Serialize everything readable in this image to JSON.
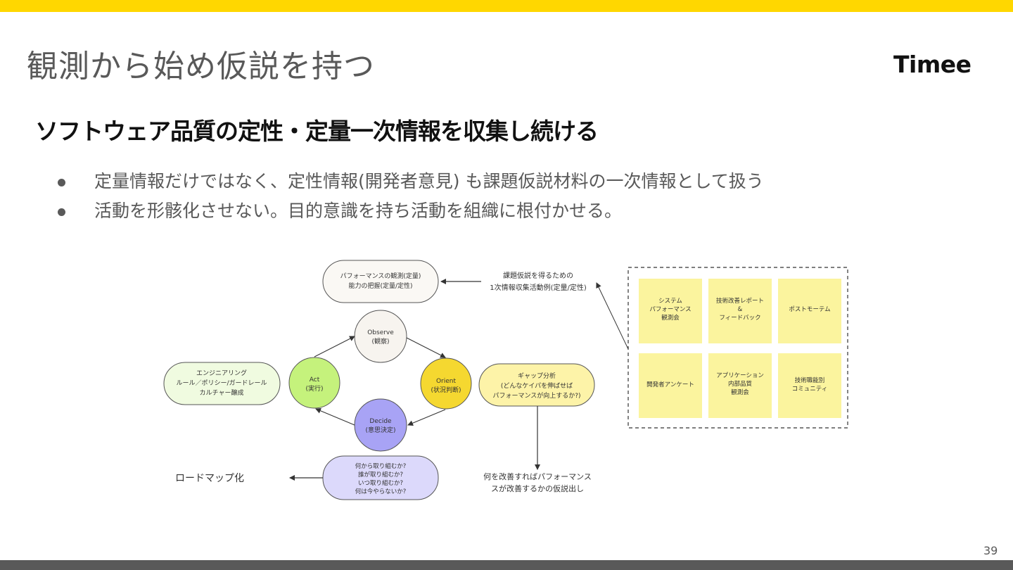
{
  "slide": {
    "title": "観測から始め仮説を持つ",
    "logo": "Timee",
    "subtitle": "ソフトウェア品質の定性・定量一次情報を収集し続ける",
    "bullets": [
      "定量情報だけではなく、定性情報(開発者意見) も課題仮説材料の一次情報として扱う",
      "活動を形骸化させない。目的意識を持ち活動を組織に根付かせる。"
    ],
    "page_number": "39"
  },
  "colors": {
    "accent_yellow": "#ffd700",
    "footer_gray": "#595959",
    "observe": "#f7f4ef",
    "orient": "#f5d830",
    "decide": "#a8a3f5",
    "act": "#c5f27c",
    "gap_box": "#fdf3a8",
    "decide_box": "#dcd9fb",
    "sticky": "#fbf49e"
  },
  "diagram": {
    "ooda": {
      "observe": [
        "Observe",
        "(観察)"
      ],
      "orient": [
        "Orient",
        "(状況判断)"
      ],
      "decide": [
        "Decide",
        "(意思決定)"
      ],
      "act": [
        "Act",
        "(実行)"
      ]
    },
    "performance_box": [
      "パフォーマンスの観測(定量)",
      "能力の把握(定量/定性)"
    ],
    "activities_label": [
      "課題仮説を得るための",
      "1次情報収集活動例(定量/定性)"
    ],
    "engineering_box": [
      "エンジニアリング",
      "ルール／ポリシー/ガードレール",
      "カルチャー醸成"
    ],
    "gap_box": [
      "ギャップ分析",
      "(どんなケイパを伸ばせば",
      "パフォーマンスが向上するか?)"
    ],
    "decide_box": [
      "何から取り組むか?",
      "誰が取り組むか?",
      "いつ取り組むか?",
      "何は今やらないか?"
    ],
    "roadmap_label": "ロードマップ化",
    "hypothesis_label": [
      "何を改善すればパフォーマンス",
      "スが改善するかの仮説出し"
    ],
    "stickies": [
      [
        "システム",
        "パフォーマンス",
        "観測会"
      ],
      [
        "技術改善レポート",
        "&",
        "フィードバック"
      ],
      [
        "ポストモーテム"
      ],
      [
        "開発者アンケート"
      ],
      [
        "アプリケーション",
        "内部品質",
        "観測会"
      ],
      [
        "技術職能別",
        "コミュニティ"
      ]
    ]
  }
}
